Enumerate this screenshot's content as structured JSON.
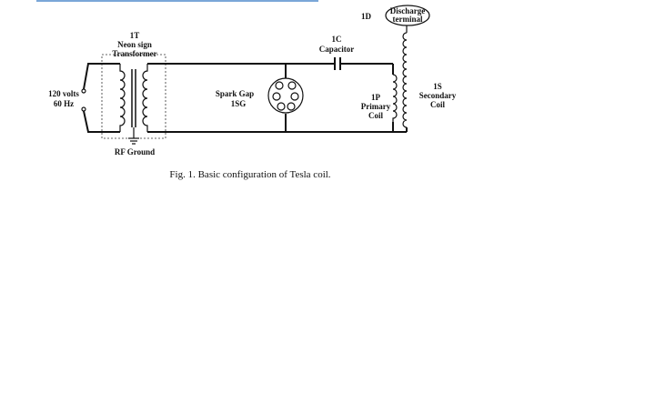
{
  "labels": {
    "source_voltage": "120 volts",
    "source_freq": "60 Hz",
    "transformer_id": "1T",
    "transformer_name_1": "Neon sign",
    "transformer_name_2": "Transformer",
    "ground": "RF Ground",
    "spark_gap_name": "Spark Gap",
    "spark_gap_id": "1SG",
    "capacitor_id": "1C",
    "capacitor_name": "Capacitor",
    "primary_id": "1P",
    "primary_name_1": "Primary",
    "primary_name_2": "Coil",
    "secondary_id": "1S",
    "secondary_name_1": "Secondary",
    "secondary_name_2": "Coil",
    "terminal_id": "1D",
    "terminal_name_1": "Discharge",
    "terminal_name_2": "terminal"
  },
  "caption": "Fig. 1. Basic configuration of Tesla coil."
}
